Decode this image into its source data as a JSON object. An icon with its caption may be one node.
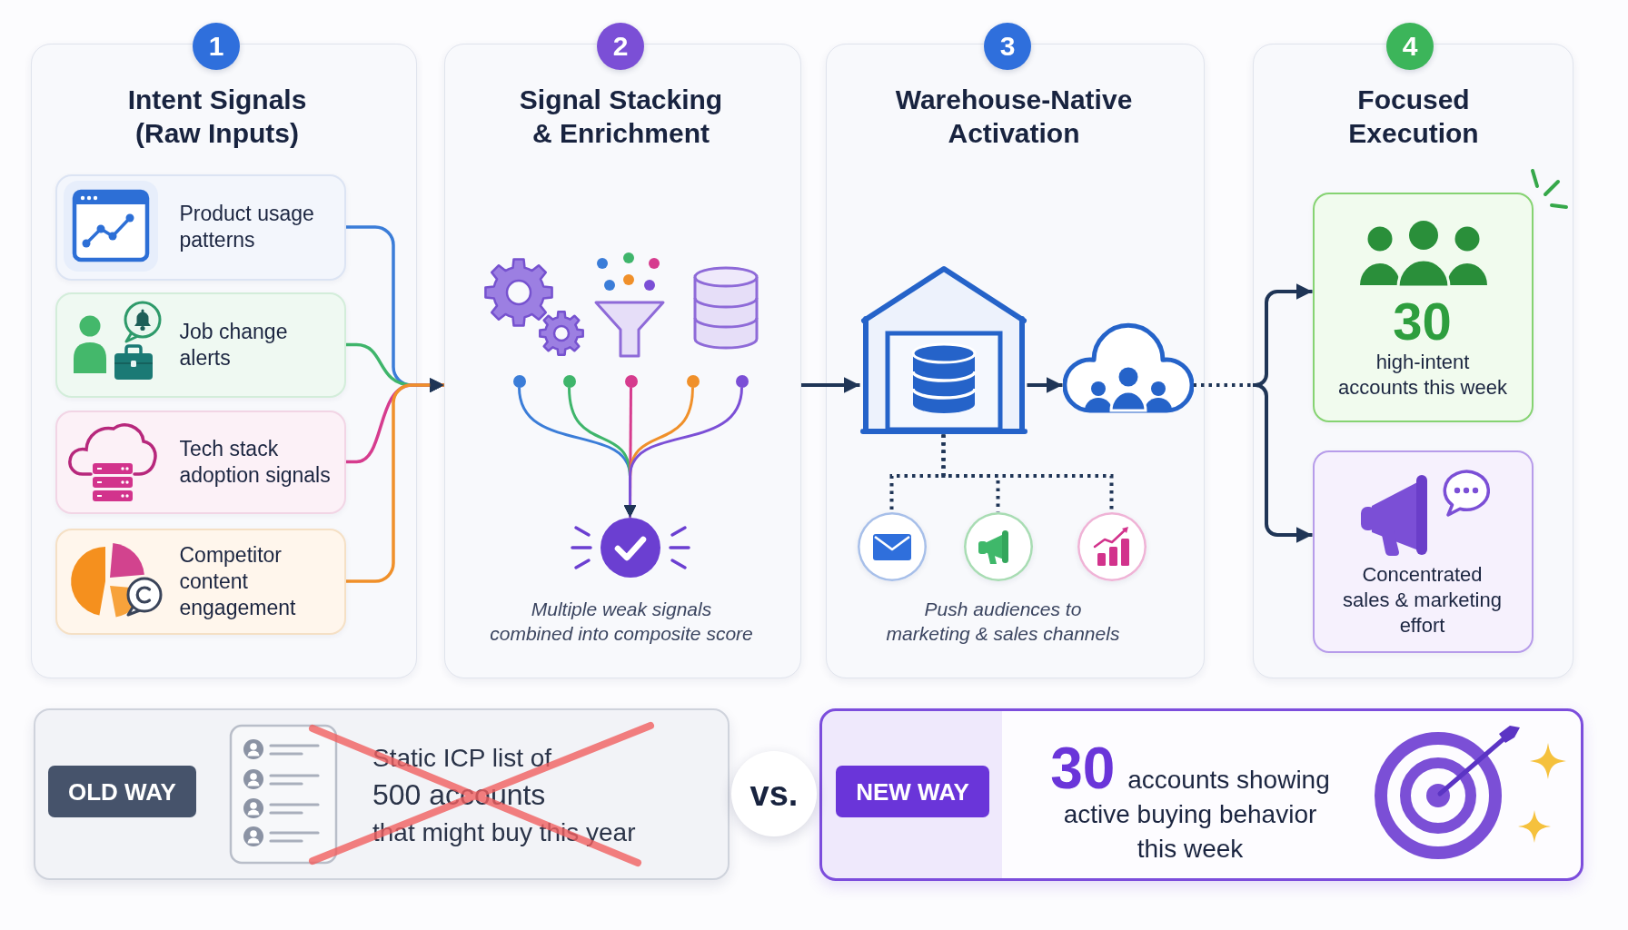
{
  "diagram": {
    "nodes": [
      {
        "text": [
          "1"
        ]
      },
      {
        "text": [
          "Intent Signals (Raw Inputs)"
        ]
      },
      {
        "text": [
          "Product usage patterns"
        ],
        "in": 1
      },
      {
        "text": [
          "Job change alerts"
        ],
        "in": 1
      },
      {
        "text": [
          "Tech stack adoption signals"
        ],
        "in": 1
      },
      {
        "text": [
          "Competitor content engagement"
        ],
        "in": 1
      },
      {
        "text": [
          "2"
        ]
      },
      {
        "text": [
          "Signal Stacking & Enrichment",
          "Multiple weak signals combined into composite score"
        ]
      },
      {
        "text": [],
        "shape": "circle",
        "in": 7
      },
      {
        "text": [],
        "shape": "circle",
        "in": 7
      },
      {
        "text": [],
        "shape": "circle",
        "in": 7
      },
      {
        "text": [],
        "shape": "circle",
        "in": 7
      },
      {
        "text": [],
        "shape": "circle",
        "in": 7
      },
      {
        "text": [],
        "shape": "circle",
        "in": 7
      },
      {
        "text": [
          "3"
        ]
      },
      {
        "text": [
          "Warehouse-Native Activation",
          "Push audiences to marketing & sales channels"
        ]
      },
      {
        "text": [],
        "shape": "picture",
        "in": 15
      },
      {
        "text": [],
        "shape": "cloud",
        "in": 15
      },
      {
        "text": [],
        "shape": "circle",
        "in": 15
      },
      {
        "text": [],
        "shape": "circle",
        "in": 15
      },
      {
        "text": [],
        "shape": "circle",
        "in": 15
      },
      {
        "text": [
          "4"
        ]
      },
      {
        "text": [
          "Focused Execution"
        ]
      },
      {
        "text": [
          "30",
          "high-intent accounts this week"
        ],
        "in": 22
      },
      {
        "text": [
          "Concentrated sales & marketing effort"
        ],
        "in": 22
      },
      {
        "text": [
          "Static ICP list of",
          "500 accounts",
          "that might buy this year"
        ]
      },
      {
        "text": [
          "OLD WAY"
        ],
        "in": 25
      },
      {
        "text": [
          "vs."
        ]
      },
      {
        "text": [
          "**30** accounts showing active buying behavior this week"
        ]
      },
      {
        "text": [
          "NEW WAY"
        ],
        "in": 28
      }
    ],
    "edges": [
      {
        "from": 2,
        "to": 7,
        "arrow": "to",
        "color": "#3b7dd8"
      },
      {
        "from": 3,
        "to": 7,
        "arrow": "to",
        "color": "#3fb56b"
      },
      {
        "from": 4,
        "to": 7,
        "arrow": "to",
        "color": "#d63c8e"
      },
      {
        "from": 5,
        "to": 7,
        "arrow": "to",
        "color": "#f0902a"
      },
      {
        "from": 7,
        "to": 16,
        "arrow": "to"
      },
      {
        "from": 8,
        "to": 13,
        "arrow": "to",
        "color": "#3b7dd8"
      },
      {
        "from": 9,
        "to": 13,
        "arrow": "to",
        "color": "#3fb56b"
      },
      {
        "from": 10,
        "to": 13,
        "arrow": "to",
        "color": "#d63c8e"
      },
      {
        "from": 11,
        "to": 13,
        "arrow": "to",
        "color": "#f0902a"
      },
      {
        "from": 12,
        "to": 13,
        "arrow": "to",
        "color": "#7b4fd6"
      },
      {
        "from": 16,
        "to": 17,
        "arrow": "to"
      },
      {
        "from": 16,
        "to": 18,
        "arrow": "none",
        "style": "dashed"
      },
      {
        "from": 16,
        "to": 19,
        "arrow": "none",
        "style": "dashed"
      },
      {
        "from": 16,
        "to": 20,
        "arrow": "none",
        "style": "dashed"
      },
      {
        "from": 17,
        "to": 22,
        "arrow": "none",
        "style": "dashed"
      },
      {
        "from": 22,
        "to": 23,
        "arrow": "to"
      },
      {
        "from": 22,
        "to": 24,
        "arrow": "to"
      }
    ]
  }
}
